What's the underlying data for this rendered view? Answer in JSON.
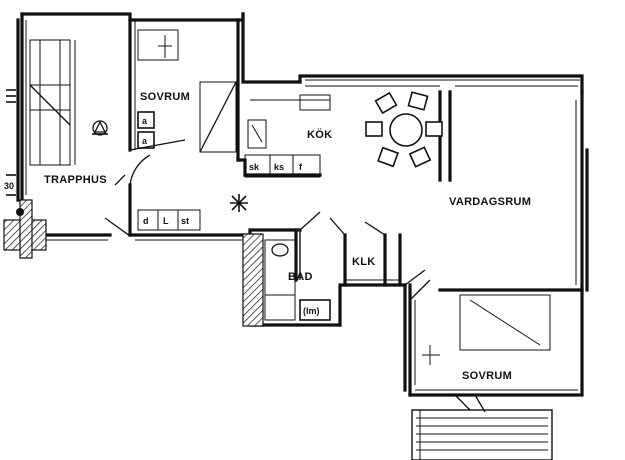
{
  "rooms": {
    "sovrum_top": "SOVRUM",
    "kok": "KÖK",
    "trapphus": "TRAPPHUS",
    "vardagsrum": "VARDAGSRUM",
    "bad": "BAD",
    "klk": "KLK",
    "sovrum_bottom": "SOVRUM"
  },
  "fixtures": {
    "kitchen": [
      "sk",
      "ks",
      "f"
    ],
    "hall": [
      "d",
      "L",
      "st"
    ],
    "bath_box": "(lm)"
  },
  "margin_label": "30",
  "colors": {
    "ink": "#111111",
    "paper": "#ffffff"
  }
}
